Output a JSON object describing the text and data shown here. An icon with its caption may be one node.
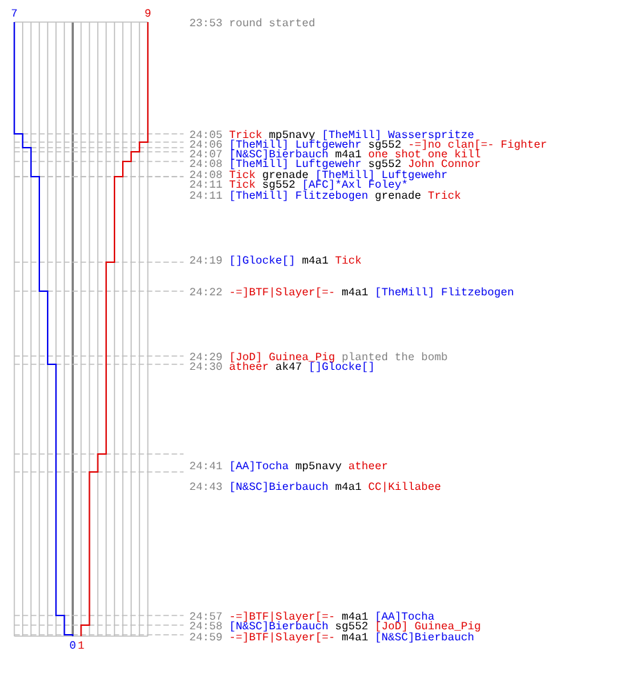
{
  "diagram": {
    "labels": [
      "7",
      "9",
      "23:53",
      "round started",
      "24:05",
      "Trick",
      "mp5navy",
      "[TheMill] Wasserspritze",
      "24:06",
      "[TheMill] Luftgewehr",
      "sg552",
      "-=]no clan[=- Fighter",
      "24:07",
      "[N&SC]Bierbauch",
      "m4a1",
      "one shot one kill",
      "24:08",
      "[TheMill] Luftgewehr",
      "sg552",
      "John Connor",
      "24:08",
      "Tick",
      "grenade",
      "[TheMill] Luftgewehr",
      "24:11",
      "Tick",
      "sg552",
      "[AFC]*Axl",
      "Foley*",
      "24:11",
      "[TheMill] Flitzebogen",
      "grenade",
      "Trick",
      "24:19",
      "[]Glocke[]",
      "m4a1",
      "Tick",
      "24:22",
      "-=]BTF|Slayer[=-",
      "m4a1",
      "[TheMill] Flitzebogen",
      "24:29",
      "[JoD] Guinea_Pig",
      "planted the bomb",
      "24:30",
      "atheer",
      "ak47",
      "[]Glocke[]",
      "24:41",
      "[AA]Tocha",
      "mp5navy",
      "atheer",
      "24:43",
      "[N&SC]Bierbauch",
      "m4a1",
      "CC|Killabee",
      "24:57",
      "-=]BTF|Slayer[=-",
      "m4a1",
      "[AA]Tocha",
      "24:58",
      "[N&SC]Bierbauch",
      "sg552",
      "[JoD] Guinea_Pig",
      "24:59",
      "-=]BTF|Slayer[=-",
      "m4a1",
      "[N&SC]Bierbauch",
      "0",
      "1"
    ]
  }
}
